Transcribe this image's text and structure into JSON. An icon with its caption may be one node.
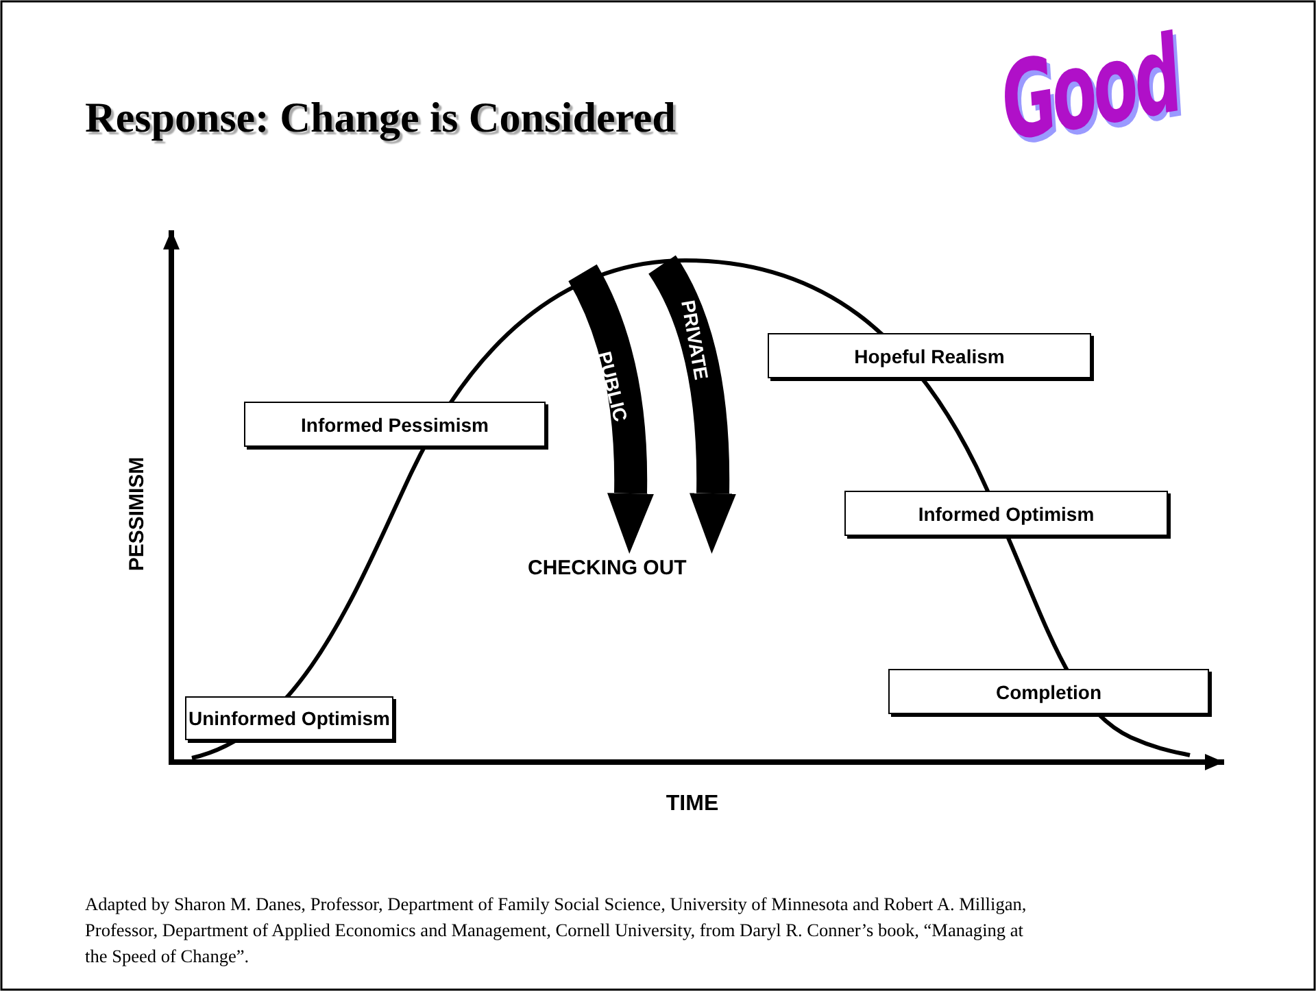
{
  "diagram": {
    "title": "Response: Change is Considered",
    "caption": "Adapted by Sharon M. Danes, Professor, Department of Family Social Science, University of Minnesota and Robert A. Milligan, Professor, Department of Applied Economics and Management, Cornell University,  from Daryl R. Conner’s book, “Managing at the Speed of Change”.",
    "nodes": [
      {
        "text": [
          "Uninformed Optimism"
        ]
      },
      {
        "text": [
          "Informed Pessimism"
        ]
      },
      {
        "text": [
          "Hopeful Realism"
        ]
      },
      {
        "text": [
          "Informed Optimism"
        ]
      },
      {
        "text": [
          "Completion"
        ]
      },
      {
        "text": [
          "CHECKING OUT"
        ]
      }
    ],
    "edges": [
      {
        "from": null,
        "to": 5,
        "arrow": "to",
        "label": "PUBLIC"
      },
      {
        "from": null,
        "to": 5,
        "arrow": "to",
        "label": "PRIVATE"
      }
    ],
    "labels": [
      "Good",
      "PESSIMISM",
      "TIME"
    ]
  }
}
